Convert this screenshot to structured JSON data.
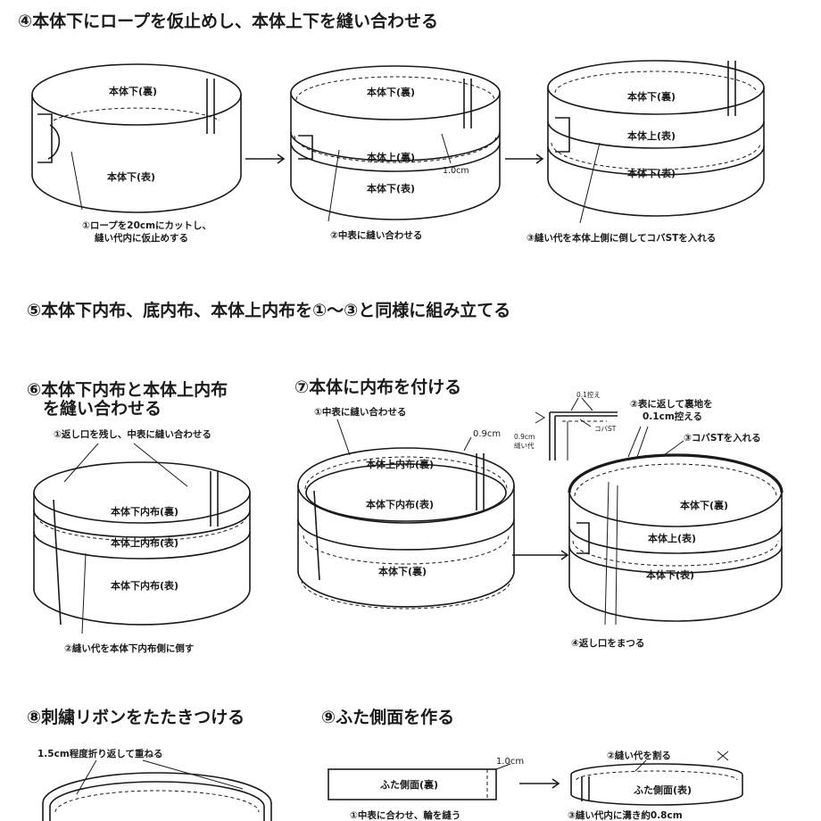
{
  "steps": {
    "s4": {
      "title": "④本体下にロープを仮止めし、本体上下を縫い合わせる",
      "fig1_inner": "本体下(裏)",
      "fig1_outer": "本体下(表)",
      "fig1_note_l1": "①ロープを20cmにカットし、",
      "fig1_note_l2": "縫い代内に仮止めする",
      "fig2_inner": "本体下(裏)",
      "fig2_band": "本体上(裏)",
      "fig2_outer": "本体下(表)",
      "fig2_measure": "1.0cm",
      "fig2_note": "②中表に縫い合わせる",
      "fig3_inner": "本体下(裏)",
      "fig3_band": "本体上(表)",
      "fig3_outer": "本体下(表)",
      "fig3_note": "③縫い代を本体上側に倒してコバSTを入れる"
    },
    "s5": {
      "title": "⑤本体下内布、底内布、本体上内布を①〜③と同様に組み立てる"
    },
    "s6": {
      "title_l1": "⑥本体下内布と本体上内布",
      "title_l2": "を縫い合わせる",
      "top_note": "①返し口を残し、中表に縫い合わせる",
      "inner": "本体下内布(裏)",
      "band": "本体上内布(表)",
      "outer": "本体下内布(表)",
      "bottom_note": "②縫い代を本体下内布側に倒す"
    },
    "s7": {
      "title": "⑦本体に内布を付ける",
      "fig1_note": "①中表に縫い合わせる",
      "fig1_measure": "0.9cm",
      "fig1_band": "本体上内布(裏)",
      "fig1_inner": "本体下内布(表)",
      "fig1_outer": "本体下(裏)",
      "detail_top": "0.1控え",
      "detail_left1": "0.9cm",
      "detail_left2": "縫い代",
      "detail_right": "コバST",
      "fig2_note1_l1": "②表に返して裏地を",
      "fig2_note1_l2": "0.1cm控える",
      "fig2_note2": "③コバSTを入れる",
      "fig2_inner": "本体下(裏)",
      "fig2_band": "本体上(表)",
      "fig2_outer": "本体下(表)",
      "fig2_note3": "④返し口をまつる"
    },
    "s8": {
      "title": "⑧刺繍リボンをたたきつける",
      "note": "1.5cm程度折り返して重ねる"
    },
    "s9": {
      "title": "⑨ふた側面を作る",
      "fig1_label": "ふた側面(裏)",
      "fig1_measure": "1.0cm",
      "fig1_note": "①中表に合わせ、輪を縫う",
      "fig2_note_top": "②縫い代を割る",
      "fig2_label": "ふた側面(表)",
      "fig2_note_bottom": "③縫い代内に溝き約0.8cm"
    }
  }
}
